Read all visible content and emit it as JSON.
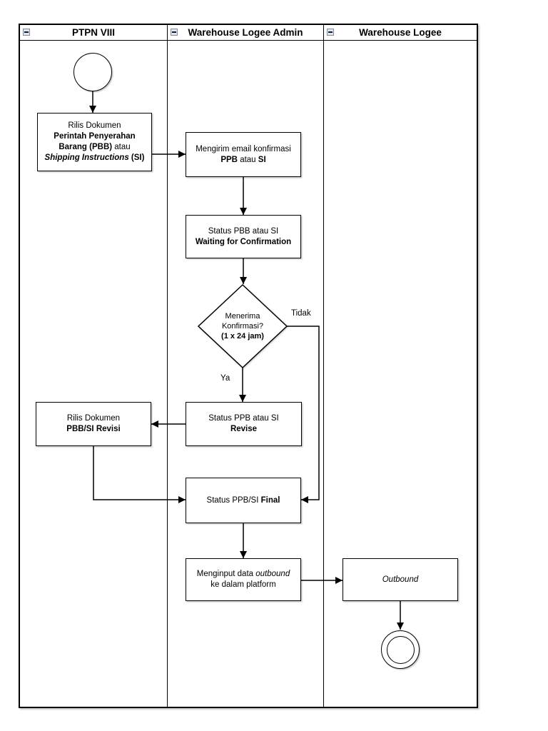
{
  "colors": {
    "line": "#000000",
    "shape_fill": "#ffffff",
    "collapse_icon_bg": "#dfe6f1",
    "collapse_icon_border": "#7d8ca3"
  },
  "icons": {
    "collapse": "minus-square"
  },
  "lanes": [
    {
      "title": "PTPN VIII"
    },
    {
      "title": "Warehouse Logee Admin"
    },
    {
      "title": "Warehouse Logee"
    }
  ],
  "nodes": {
    "start": {
      "type": "start-circle"
    },
    "rilis": {
      "l1": "Rilis Dokumen",
      "l2": "Perintah Penyerahan",
      "l3a": "Barang (PBB)",
      "l3b": " atau",
      "l4a": "Shipping Instructions",
      "l4b": " (SI)"
    },
    "email": {
      "l1": "Mengirim email konfirmasi",
      "l2a": "PPB",
      "l2b": " atau ",
      "l2c": "SI"
    },
    "waiting": {
      "l1": "Status PBB atau SI",
      "l2": "Waiting for Confirmation"
    },
    "decision": {
      "l1": "Menerima",
      "l2": "Konfirmasi?",
      "l3": "(1 x 24 jam)"
    },
    "revise": {
      "l1": "Status PPB atau SI",
      "l2": "Revise"
    },
    "revisi": {
      "l1": "Rilis Dokumen",
      "l2": "PBB/SI Revisi"
    },
    "final": {
      "l1a": "Status PPB/SI ",
      "l1b": "Final"
    },
    "input_outbound": {
      "l1a": "Menginput data ",
      "l1b": "outbound",
      "l2": "ke dalam platform"
    },
    "outbound": {
      "l1": "Outbound"
    },
    "end": {
      "type": "end-circle"
    }
  },
  "edges": [
    {
      "from": "start",
      "to": "rilis",
      "label": ""
    },
    {
      "from": "rilis",
      "to": "email",
      "label": ""
    },
    {
      "from": "email",
      "to": "waiting",
      "label": ""
    },
    {
      "from": "waiting",
      "to": "decision",
      "label": ""
    },
    {
      "from": "decision",
      "to": "revise",
      "label": "Ya"
    },
    {
      "from": "decision",
      "to": "final",
      "label": "Tidak"
    },
    {
      "from": "revise",
      "to": "revisi",
      "label": ""
    },
    {
      "from": "revisi",
      "to": "final",
      "label": ""
    },
    {
      "from": "final",
      "to": "input_outbound",
      "label": ""
    },
    {
      "from": "input_outbound",
      "to": "outbound",
      "label": ""
    },
    {
      "from": "outbound",
      "to": "end",
      "label": ""
    }
  ]
}
